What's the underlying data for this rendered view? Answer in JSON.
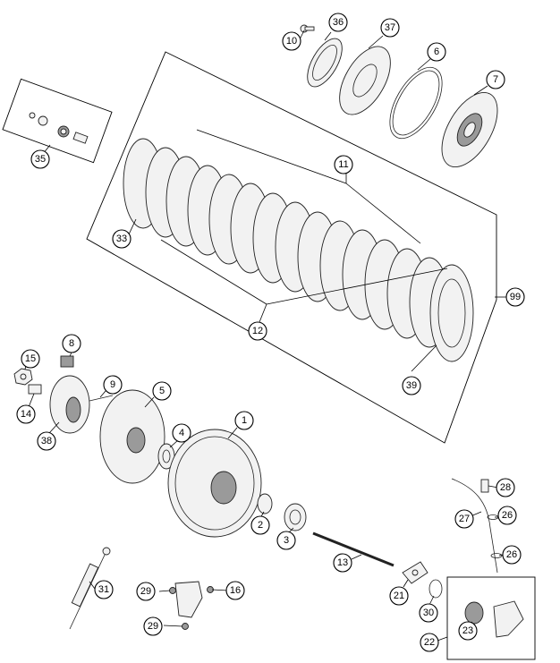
{
  "diagram": {
    "callouts": {
      "c1": "1",
      "c2": "2",
      "c3": "3",
      "c5": "5",
      "c6": "6",
      "c7": "7",
      "c8": "8",
      "c9": "9",
      "c10": "10",
      "c11": "11",
      "c12": "12",
      "c13": "13",
      "c14": "14",
      "c15": "15",
      "c16": "16",
      "c21": "21",
      "c22": "22",
      "c23": "23",
      "c26a": "26",
      "c26b": "26",
      "c27": "27",
      "c28": "28",
      "c29a": "29",
      "c29b": "29",
      "c30": "30",
      "c31": "31",
      "c33": "33",
      "c35": "35",
      "c36": "36",
      "c37": "37",
      "c38": "38",
      "c39": "39",
      "c4": "4",
      "c99": "99"
    }
  }
}
